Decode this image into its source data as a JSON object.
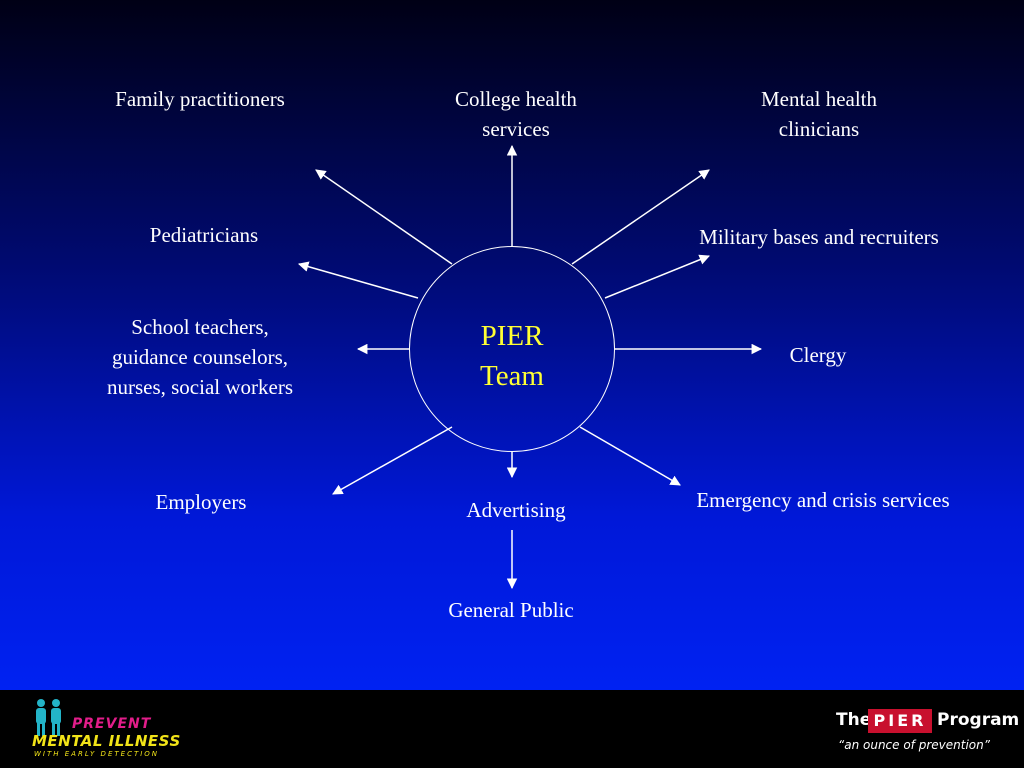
{
  "diagram": {
    "center": {
      "line1": "PIER",
      "line2": "Team"
    },
    "targets": {
      "family": "Family practitioners",
      "college": "College health\nservices",
      "mental": "Mental health\nclinicians",
      "pediatricians": "Pediatricians",
      "military": "Military bases and recruiters",
      "school": "School teachers,\nguidance counselors,\nnurses, social workers",
      "clergy": "Clergy",
      "employers": "Employers",
      "advertising": "Advertising",
      "emergency": "Emergency and crisis services",
      "public": "General Public"
    }
  },
  "footer": {
    "left_logo": {
      "line1": "PREVENT",
      "line2": "MENTAL ILLNESS",
      "line3": "WITH EARLY DETECTION"
    },
    "right_logo": {
      "the": "The",
      "pier": "PIER",
      "program": "Program",
      "tagline": "“an ounce of prevention”"
    }
  },
  "colors": {
    "accent_yellow": "#ffff33",
    "prevent_magenta": "#e21d8a",
    "mental_yellow": "#f2e418",
    "figure_cyan": "#23b4c8",
    "pier_red": "#c8102e"
  }
}
